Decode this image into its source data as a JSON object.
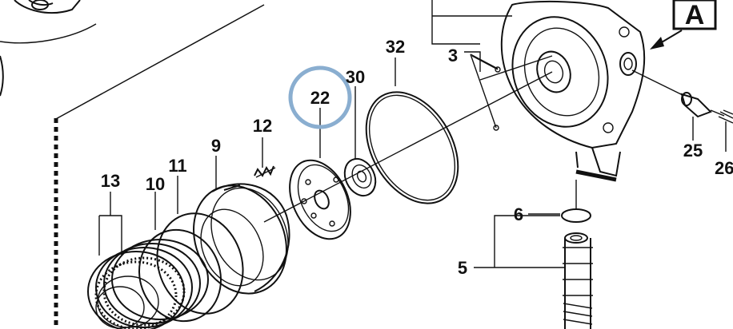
{
  "view_label": "A",
  "highlight_color": "#8aaed0",
  "callouts": [
    {
      "id": "p3",
      "text": "3"
    },
    {
      "id": "p32",
      "text": "32"
    },
    {
      "id": "p30",
      "text": "30"
    },
    {
      "id": "p22",
      "text": "22"
    },
    {
      "id": "p12",
      "text": "12"
    },
    {
      "id": "p9",
      "text": "9"
    },
    {
      "id": "p11",
      "text": "11"
    },
    {
      "id": "p10",
      "text": "10"
    },
    {
      "id": "p13",
      "text": "13"
    },
    {
      "id": "p25",
      "text": "25"
    },
    {
      "id": "p26",
      "text": "26"
    },
    {
      "id": "p6",
      "text": "6"
    },
    {
      "id": "p5",
      "text": "5"
    }
  ]
}
